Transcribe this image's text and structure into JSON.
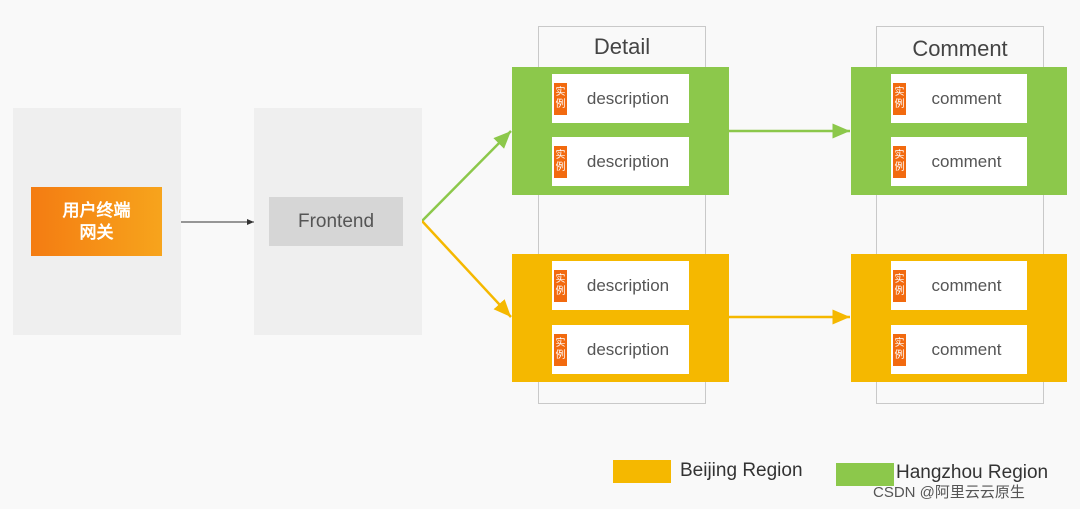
{
  "gateway": {
    "label": "用户终端\n网关"
  },
  "frontend": {
    "label": "Frontend"
  },
  "detail": {
    "title": "Detail",
    "card_label": "description"
  },
  "comment": {
    "title": "Comment",
    "card_label": "comment"
  },
  "instance_tag": "实\n例",
  "legend": {
    "beijing": "Beijing Region",
    "hangzhou": "Hangzhou Region"
  },
  "watermark": "CSDN @阿里云云原生",
  "colors": {
    "hangzhou": "#8cc84b",
    "beijing": "#f5b800",
    "gateway": "#f47c12",
    "tag": "#f26a0f"
  }
}
